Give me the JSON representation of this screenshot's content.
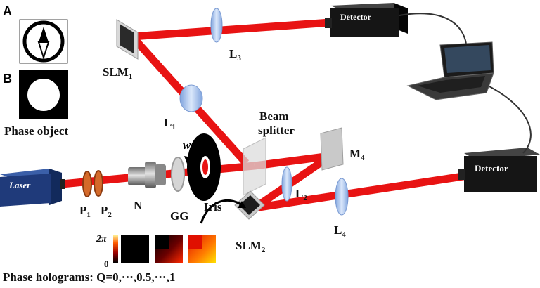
{
  "panels": {
    "a_letter": "A",
    "b_letter": "B",
    "phase_object_caption": "Phase object"
  },
  "components": {
    "laser": "Laser",
    "p1": "P",
    "p1_sub": "1",
    "p2": "P",
    "p2_sub": "2",
    "n": "N",
    "gg": "GG",
    "w": "w",
    "iris": "Iris",
    "slm1": "SLM",
    "slm1_sub": "1",
    "slm2": "SLM",
    "slm2_sub": "2",
    "l1": "L",
    "l1_sub": "1",
    "l2": "L",
    "l2_sub": "2",
    "l3": "L",
    "l3_sub": "3",
    "l4": "L",
    "l4_sub": "4",
    "m4": "M",
    "m4_sub": "4",
    "beam_splitter_line1": "Beam",
    "beam_splitter_line2": "splitter",
    "detector_top": "Detector",
    "detector_right": "Detector"
  },
  "colorbar": {
    "max_label": "2π",
    "min_label": "0"
  },
  "holograms_caption": "Phase holograms: Q=0,⋯,0.5,⋯,1",
  "colors": {
    "beam": "#e81313",
    "laser_body": "#1f3a7a",
    "detector_body": "#151515",
    "lens": "#aac4ee"
  }
}
